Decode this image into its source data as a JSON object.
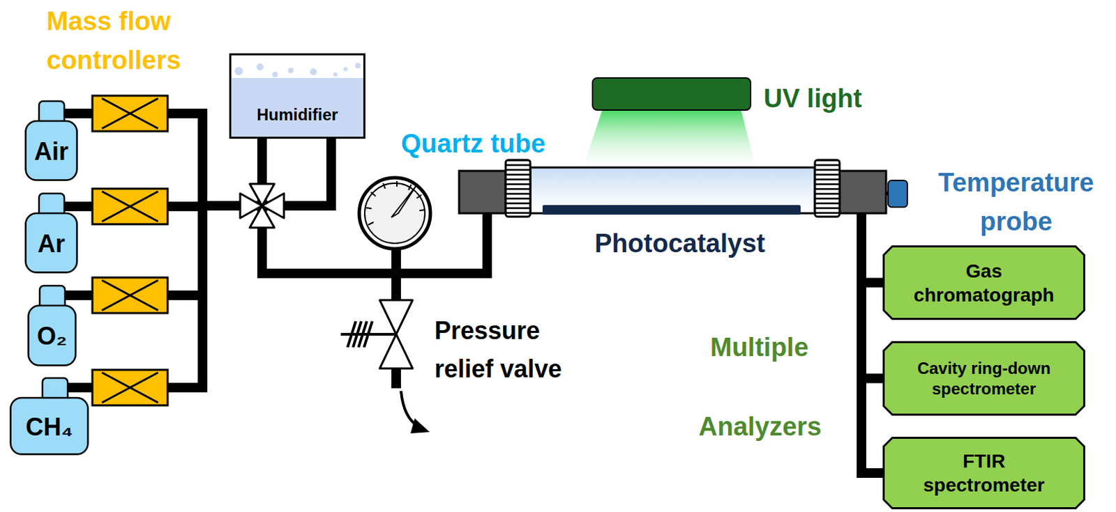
{
  "diagram": {
    "nodes": [
      {
        "text": [
          "Air"
        ]
      },
      {
        "text": [
          "Ar"
        ]
      },
      {
        "text": [
          "O₂"
        ]
      },
      {
        "text": [
          "CH₄"
        ]
      },
      {
        "text": [
          "Humidifier"
        ]
      },
      {
        "text": [
          "Gas chromatograph"
        ]
      },
      {
        "text": [
          "Cavity ring-down spectrometer"
        ]
      },
      {
        "text": [
          "FTIR spectrometer"
        ]
      }
    ],
    "edges": [
      {
        "from": 0,
        "to": 4,
        "arrow": "none"
      },
      {
        "from": 1,
        "to": 4,
        "arrow": "none"
      },
      {
        "from": 2,
        "to": 4,
        "arrow": "none"
      },
      {
        "from": 3,
        "to": 4,
        "arrow": "none"
      },
      {
        "from": 4,
        "to": 5,
        "arrow": "none"
      },
      {
        "from": 4,
        "to": 6,
        "arrow": "none"
      },
      {
        "from": 4,
        "to": 7,
        "arrow": "none"
      }
    ],
    "labels": [
      "Mass flow controllers",
      "Quartz tube",
      "UV light",
      "Temperature probe",
      "Photocatalyst",
      "Pressure relief valve",
      "Multiple",
      "Analyzers"
    ]
  }
}
